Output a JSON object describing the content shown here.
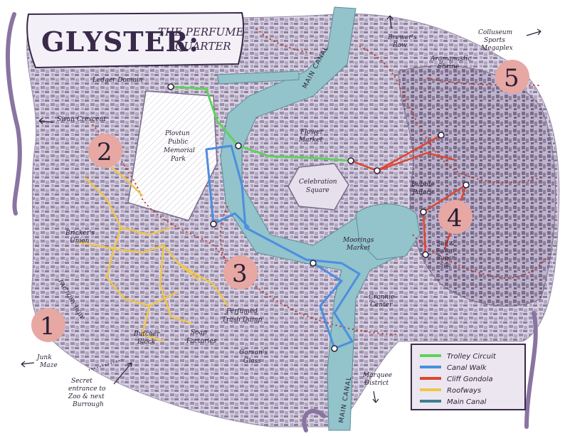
{
  "title": {
    "main": "GLYSTER:",
    "sub_line1": "THE PERFUME",
    "sub_line2": "QUARTER"
  },
  "colors": {
    "land": "#ddd7e6",
    "buildings": "#8c7f9c",
    "water": "#93c3cb",
    "trolley": "#5fd25a",
    "canal_walk": "#4b8fe0",
    "gondola": "#e0442f",
    "roofways": "#f0c64a",
    "main_canal": "#3c7f90",
    "marker": "#e7a7a3",
    "ink": "#2a1f36",
    "scroll": "#b7a6c8"
  },
  "markers": [
    {
      "label": "1"
    },
    {
      "label": "2"
    },
    {
      "label": "3"
    },
    {
      "label": "4"
    },
    {
      "label": "5"
    }
  ],
  "labels": {
    "ledger_domain": "Ledger Domain",
    "swan_crescent": "Swan Crescent",
    "park_l1": "Plovtun",
    "park_l2": "Public",
    "park_l3": "Memorial",
    "park_l4": "Park",
    "brickers_l1": "Bricker's",
    "brickers_l2": "Union",
    "factory_row": "FACTORY ROW",
    "junk_l1": "Junk",
    "junk_l2": "Maze",
    "butcher_l1": "Butcher",
    "butcher_l2": "Block",
    "soap_l1": "Soap",
    "soap_l2": "Factories",
    "trash_l1": "Perfumed",
    "trash_l2": "Trash Dump",
    "gorsons_l1": "Gorson's",
    "gorsons_l2": "Glass",
    "secret_l1": "Secret",
    "secret_l2": "entrance to",
    "secret_l3": "Zoo & next",
    "secret_l4": "Burrough",
    "flower_l1": "Flower",
    "flower_l2": "Market",
    "celebration_l1": "Celebration",
    "celebration_l2": "Square",
    "moorings_l1": "Moorings",
    "moorings_l2": "Market",
    "crannie_l1": "Crannie",
    "crannie_l2": "Center",
    "marquee_l1": "Marquee",
    "marquee_l2": "District",
    "brewers_l1": "Brewer's",
    "brewers_l2": "Row",
    "aromanastic_l1": "Aromanastic",
    "aromanastic_l2": "Shrine",
    "colluseum_l1": "Colluseum",
    "colluseum_l2": "Sports",
    "colluseum_l3": "Megaplex",
    "bubble_l1": "Bubble",
    "bubble_l2": "Palace",
    "spa_l1": "Sud &",
    "spa_l2": "Sultan",
    "spa_l3": "Super",
    "spa_l4": "Spa",
    "main_canal_top": "MAIN CANAL",
    "main_canal_bottom": "MAIN CANAL"
  },
  "legend": [
    {
      "label": "Trolley Circuit",
      "color": "#5fd25a"
    },
    {
      "label": "Canal Walk",
      "color": "#4b8fe0"
    },
    {
      "label": "Cliff Gondola",
      "color": "#e0442f"
    },
    {
      "label": "Roofways",
      "color": "#f0c64a"
    },
    {
      "label": "Main Canal",
      "color": "#3c7f90"
    }
  ]
}
